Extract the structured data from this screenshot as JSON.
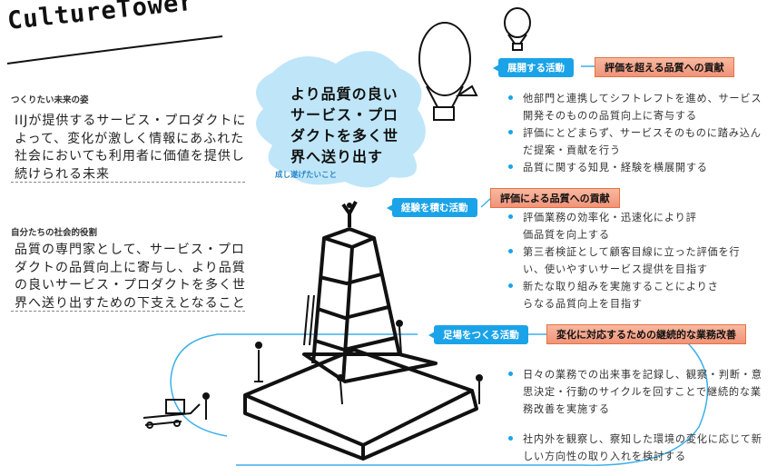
{
  "logo": "CultureTower",
  "future": {
    "heading": "つくりたい未来の姿",
    "text": "IIJが提供するサービス・プロダクトによって、変化が激しく情報にあふれた社会においても利用者に価値を提供し続けられる未来"
  },
  "role": {
    "heading": "自分たちの社会的役割",
    "text": "品質の専門家として、サービス・プロダクトの品質向上に寄与し、より品質の良いサービス・プロダクトを多く世界へ送り出すための下支えとなること"
  },
  "goal": {
    "text": "より品質の良いサービス・プロダクトを多く世界へ送り出す",
    "sub": "成し遂げたいこと"
  },
  "activities": [
    {
      "label": "展開する活動",
      "title": "評価を超える品質への貢献",
      "bullets": [
        "他部門と連携してシフトレフトを進め、サービス開発そのものの品質向上に寄与する",
        "評価にとどまらず、サービスそのものに踏み込んだ提案・貢献を行う",
        "品質に関する知見・経験を横展開する"
      ]
    },
    {
      "label": "経験を積む活動",
      "title": "評価による品質への貢献",
      "bullets": [
        "評価業務の効率化・迅速化により評価品質を向上する",
        "第三者検証として顧客目線に立った評価を行い、使いやすいサービス提供を目指す",
        "新たな取り組みを実施することによりさらなる品質向上を目指す"
      ]
    },
    {
      "label": "足場をつくる活動",
      "title": "変化に対応するための継続的な業務改善",
      "bullets": [
        "日々の業務での出来事を記録し、観察・判断・意思決定・行動のサイクルを回すことで継続的な業務改善を実施する",
        "社内外を観察し、察知した環境の変化に応じて新しい方向性の取り入れを検討する"
      ]
    }
  ],
  "colors": {
    "accent": "#1aa3e8",
    "cloud": "#bfe6f8",
    "title_box": "#f4a68c"
  }
}
